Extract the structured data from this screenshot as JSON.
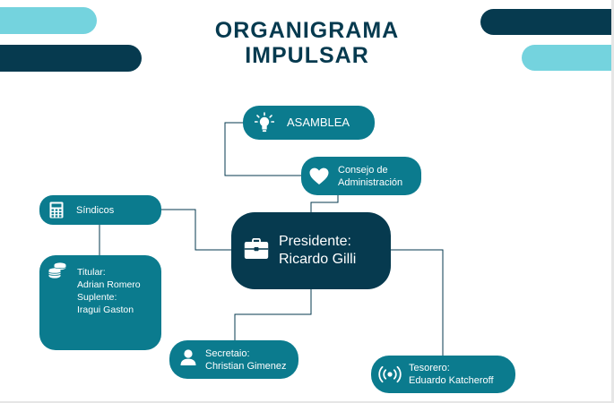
{
  "title": {
    "line1": "ORGANIGRAMA",
    "line2": "IMPULSAR"
  },
  "colors": {
    "dark": "#063a4f",
    "teal": "#0b7b8e",
    "light": "#74d3de"
  },
  "nodes": {
    "asamblea": {
      "label": "ASAMBLEA",
      "icon": "lightbulb-icon"
    },
    "consejo": {
      "label": "Consejo de\nAdministración",
      "icon": "heart-icon"
    },
    "sindicos": {
      "label": "Síndicos",
      "icon": "calculator-icon"
    },
    "sindicos_detail": {
      "label": "Titular:\nAdrian Romero\nSuplente:\nIragui Gaston",
      "icon": "coins-icon"
    },
    "presidente": {
      "label": "Presidente:\nRicardo Gilli",
      "icon": "briefcase-icon"
    },
    "secretario": {
      "label": "Secretaio:\nChristian Gimenez",
      "icon": "user-icon"
    },
    "tesorero": {
      "label": "Tesorero:\nEduardo Katcheroff",
      "icon": "broadcast-icon"
    }
  }
}
